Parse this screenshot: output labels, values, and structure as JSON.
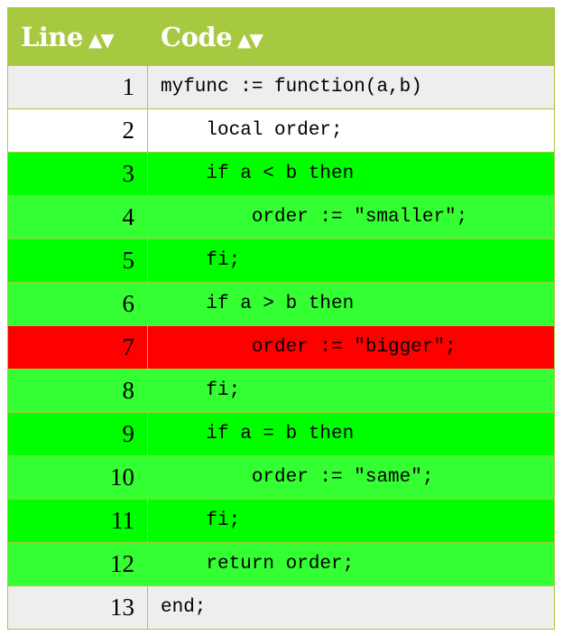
{
  "header": {
    "line_label": "Line",
    "code_label": "Code",
    "sort_glyph": "▲▼"
  },
  "rows": [
    {
      "line": "1",
      "code": "myfunc := function(a,b)",
      "status": "none"
    },
    {
      "line": "2",
      "code": "    local order;",
      "status": "white"
    },
    {
      "line": "3",
      "code": "    if a < b then",
      "status": "hit1"
    },
    {
      "line": "4",
      "code": "        order := \"smaller\";",
      "status": "hit2"
    },
    {
      "line": "5",
      "code": "    fi;",
      "status": "hit1"
    },
    {
      "line": "6",
      "code": "    if a > b then",
      "status": "hit2"
    },
    {
      "line": "7",
      "code": "        order := \"bigger\";",
      "status": "miss"
    },
    {
      "line": "8",
      "code": "    fi;",
      "status": "hit2"
    },
    {
      "line": "9",
      "code": "    if a = b then",
      "status": "hit1"
    },
    {
      "line": "10",
      "code": "        order := \"same\";",
      "status": "hit2"
    },
    {
      "line": "11",
      "code": "    fi;",
      "status": "hit1"
    },
    {
      "line": "12",
      "code": "    return order;",
      "status": "hit2"
    },
    {
      "line": "13",
      "code": "end;",
      "status": "none"
    }
  ],
  "colors": {
    "header_bg": "#a7c942",
    "executed_dark": "#00ff00",
    "executed_light": "#33ff33",
    "not_executed": "#ff0000",
    "not_executable": "#eeeeee"
  }
}
